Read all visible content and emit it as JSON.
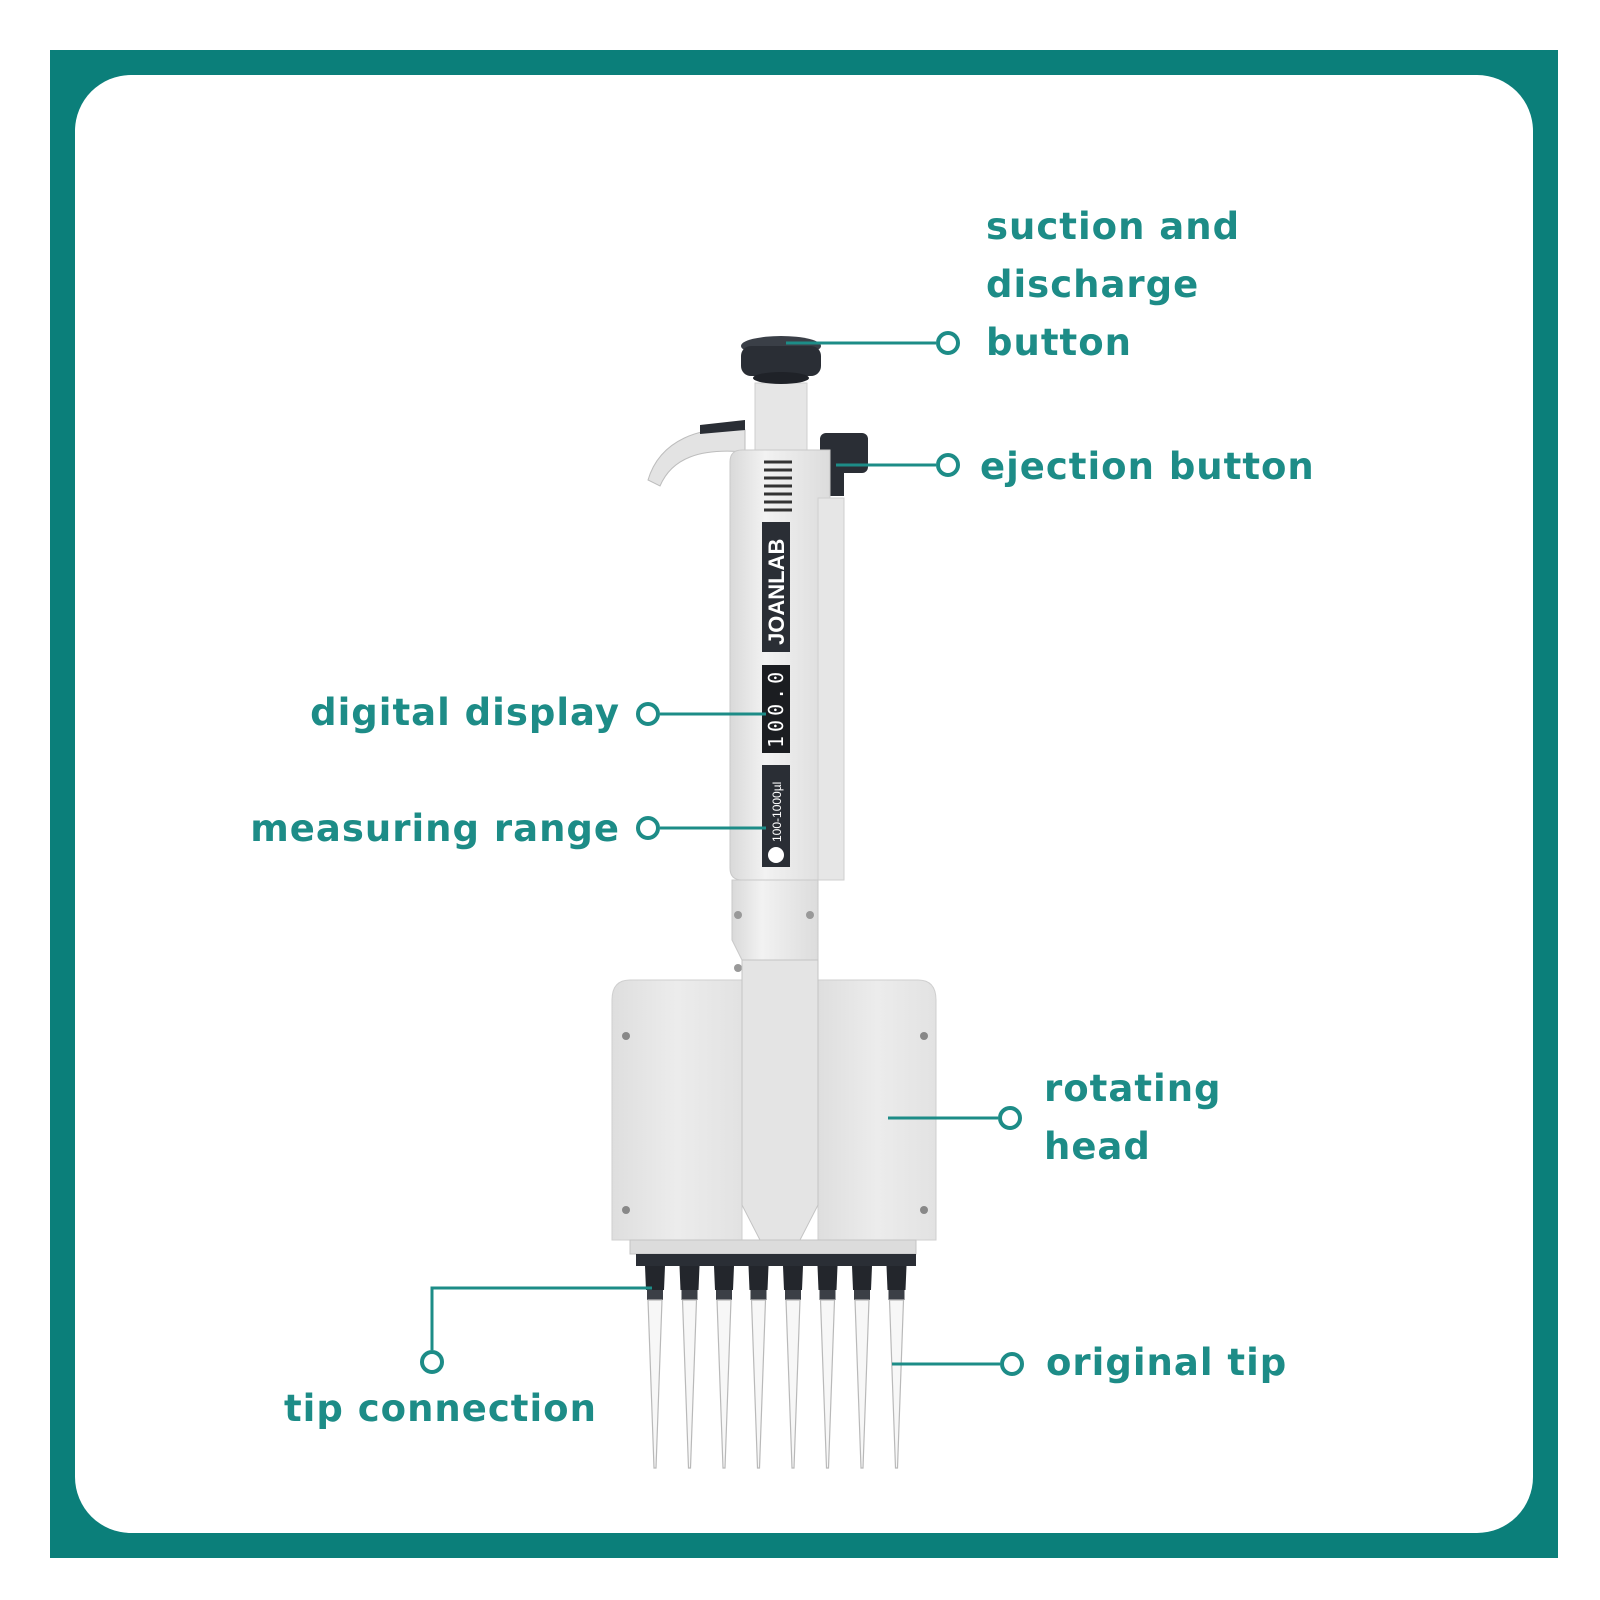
{
  "colors": {
    "frame": "#0b7f7a",
    "label": "#1d8c87",
    "leader": "#1d8c87",
    "pipette_body": "#ebebeb",
    "pipette_dark": "#2a2e35"
  },
  "product": {
    "brand": "JOANLAB",
    "display_value": "100.0",
    "range_label": "100-1000µl",
    "channel_count": 8
  },
  "labels": {
    "suction_line1": "suction and",
    "suction_line2": "discharge",
    "suction_line3": "button",
    "ejection": "ejection button",
    "digital_display": "digital display",
    "measuring_range": "measuring range",
    "rotating_line1": "rotating",
    "rotating_line2": "head",
    "tip_connection": "tip connection",
    "original_tip": "original tip"
  }
}
